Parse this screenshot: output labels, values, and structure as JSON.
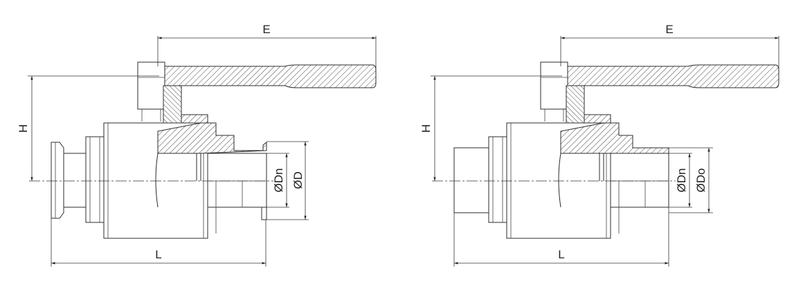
{
  "left_view": {
    "dim_e": "E",
    "dim_h": "H",
    "dim_l": "L",
    "dim_dn": "ØDn",
    "dim_d": "ØD"
  },
  "right_view": {
    "dim_e": "E",
    "dim_h": "H",
    "dim_l": "L",
    "dim_dn": "ØDn",
    "dim_do": "ØDo"
  }
}
